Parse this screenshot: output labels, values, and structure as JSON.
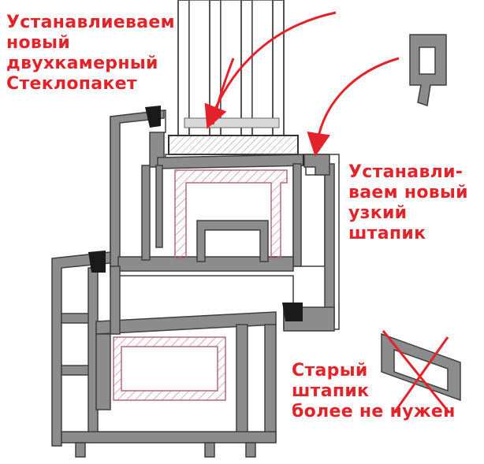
{
  "annotations": {
    "new_glass_unit": "Устанавлиеваем\nновый\nдвухкамерный\nСтеклопакет",
    "new_bead": "Устанавли-\nваем новый\nузкий\nштапик",
    "old_bead": "Старый\nштапик\nболее не нужен"
  },
  "colors": {
    "annotation_red": "#e3232a",
    "profile_grey": "#7a7a7a",
    "profile_dark": "#4a4a4a",
    "steel_pink": "#e6a3ae",
    "gasket_black": "#1a1a1a"
  }
}
